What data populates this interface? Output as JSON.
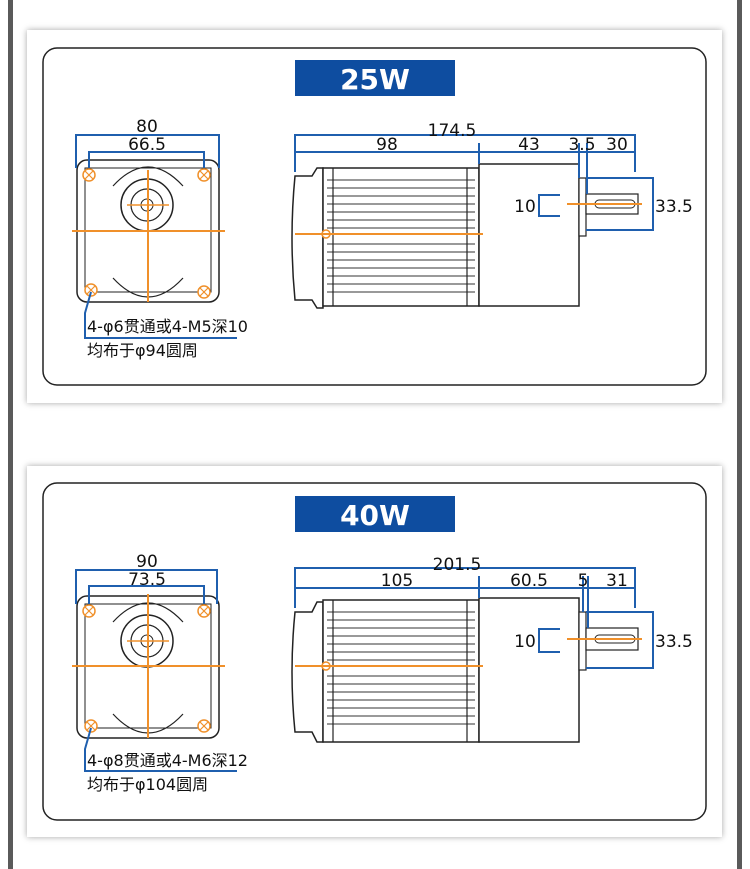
{
  "accent": "#1f5fae",
  "title_bg": "#0e4da0",
  "line_orange": "#f0902a",
  "models": [
    {
      "title": "25W",
      "dims": {
        "width": "80",
        "hole_pitch": "66.5",
        "total_length": "174.5",
        "motor_length": "98",
        "gear_length": "43",
        "spigot": "3.5",
        "shaft_length": "30",
        "key_width": "10",
        "shaft_height": "33.5"
      },
      "note_line1": "4-φ6贯通或4-M5深10",
      "note_line2": "均布于φ94圆周"
    },
    {
      "title": "40W",
      "dims": {
        "width": "90",
        "hole_pitch": "73.5",
        "total_length": "201.5",
        "motor_length": "105",
        "gear_length": "60.5",
        "spigot": "5",
        "shaft_length": "31",
        "key_width": "10",
        "shaft_height": "33.5"
      },
      "note_line1": "4-φ8贯通或4-M6深12",
      "note_line2": "均布于φ104圆周"
    }
  ]
}
